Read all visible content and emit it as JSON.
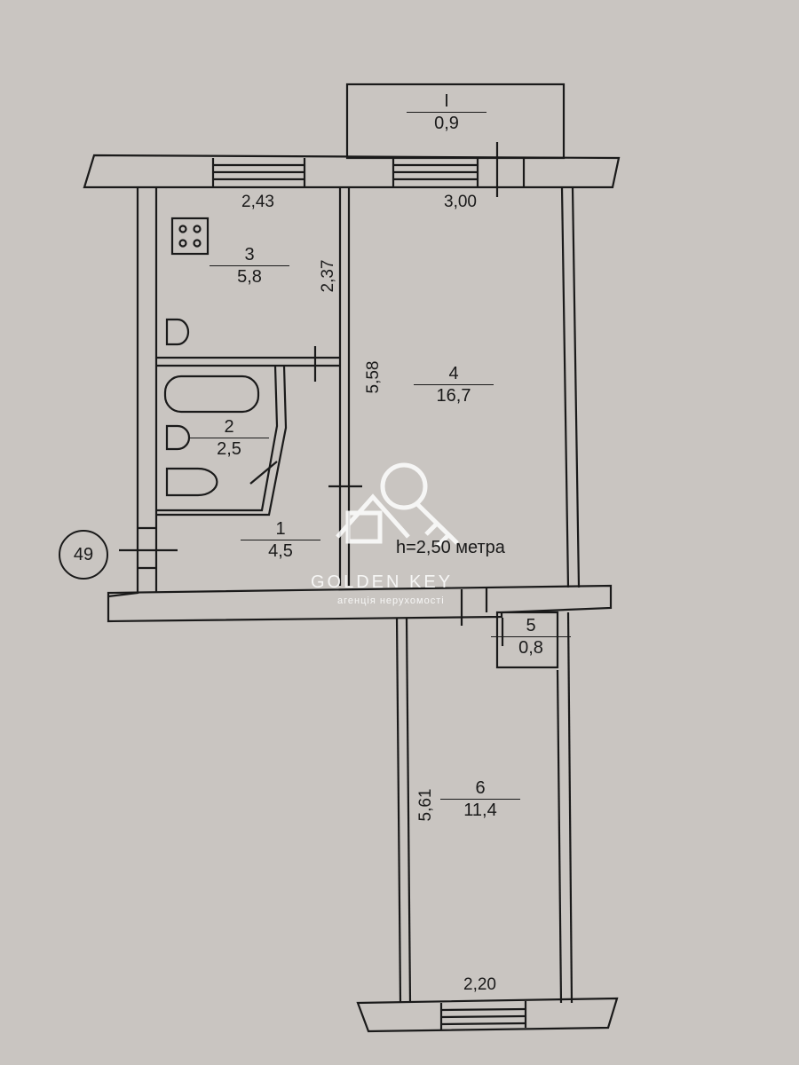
{
  "rooms": [
    {
      "id": "I",
      "num": "I",
      "area": "0,9"
    },
    {
      "id": "1",
      "num": "1",
      "area": "4,5"
    },
    {
      "id": "2",
      "num": "2",
      "area": "2,5"
    },
    {
      "id": "3",
      "num": "3",
      "area": "5,8"
    },
    {
      "id": "4",
      "num": "4",
      "area": "16,7"
    },
    {
      "id": "5",
      "num": "5",
      "area": "0,8"
    },
    {
      "id": "6",
      "num": "6",
      "area": "11,4"
    }
  ],
  "dimensions": {
    "kitchen_width": "2,43",
    "kitchen_depth": "2,37",
    "room4_width": "3,00",
    "room4_depth": "5,58",
    "room6_depth": "5,61",
    "room6_width": "2,20"
  },
  "building_number": "49",
  "ceiling_height": "h=2,50 метра",
  "watermark": {
    "name": "GOLDEN KEY",
    "subtitle": "агенція нерухомості"
  },
  "colors": {
    "paper": "#c9c5c1",
    "ink": "#1a1a1a",
    "watermark": "#ffffff"
  }
}
